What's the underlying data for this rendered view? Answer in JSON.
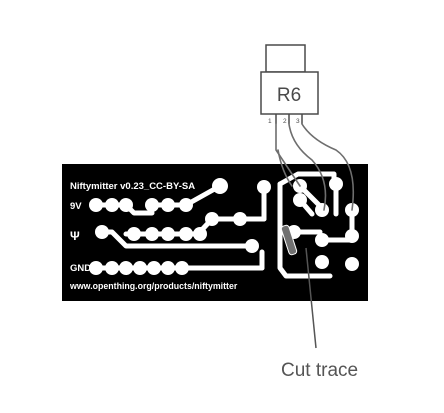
{
  "component": {
    "label": "R6",
    "pins": [
      "1",
      "2",
      "3"
    ]
  },
  "board": {
    "title": "Niftymitter v0.23_CC-BY-SA",
    "label_9v": "9V",
    "label_ant": "Ψ",
    "label_gnd": "GND",
    "url": "www.openthing.org/products/niftymitter"
  },
  "callout": {
    "text": "Cut trace"
  },
  "colors": {
    "board": "#000000",
    "copper": "#ffffff",
    "wire": "#6e6e6e",
    "pointer": "#555555",
    "cut_mark": "#707070"
  }
}
